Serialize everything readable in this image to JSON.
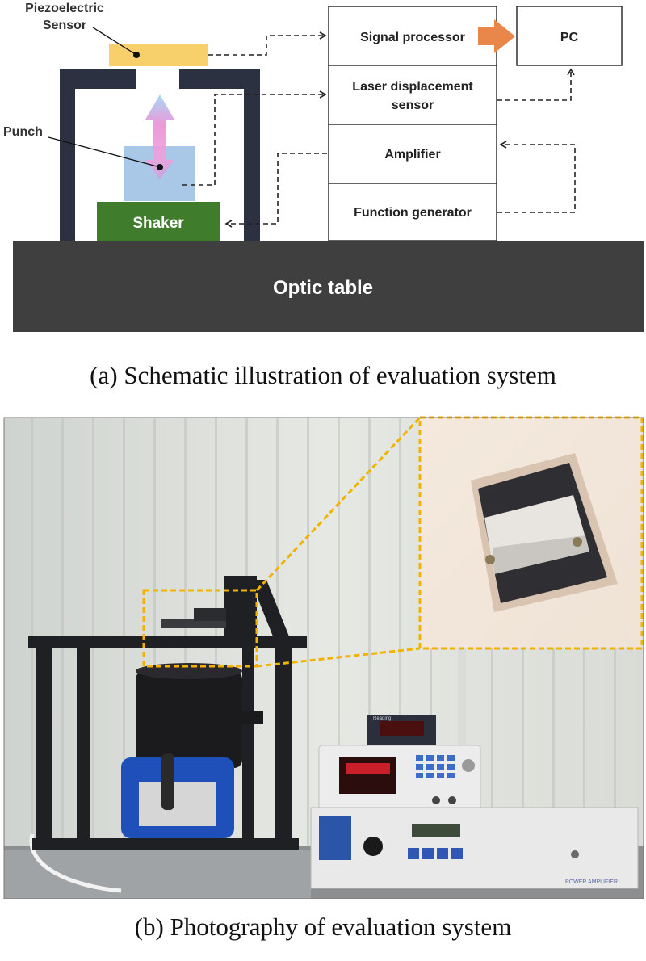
{
  "schematic": {
    "labels": {
      "piezo": [
        "Piezoelectric",
        "Sensor"
      ],
      "punch": "Punch",
      "shaker": "Shaker",
      "optic_table": "Optic table",
      "signal_processor": "Signal processor",
      "pc": "PC",
      "laser": [
        "Laser displacement",
        "sensor"
      ],
      "amplifier": "Amplifier",
      "function_generator": "Function generator"
    },
    "colors": {
      "frame": "#2b3140",
      "piezo": "#f7cf6b",
      "punch": "#a9c8e8",
      "shaker": "#3f7d2c",
      "table": "#3f3f3f",
      "pc_arrow": "#e9874a",
      "dashed": "#222222"
    }
  },
  "photo": {
    "device_labels": [
      "Reading",
      "POWER AMPLIFIER"
    ]
  },
  "captions": {
    "a": "(a) Schematic illustration of evaluation system",
    "b": "(b) Photography of evaluation system"
  }
}
